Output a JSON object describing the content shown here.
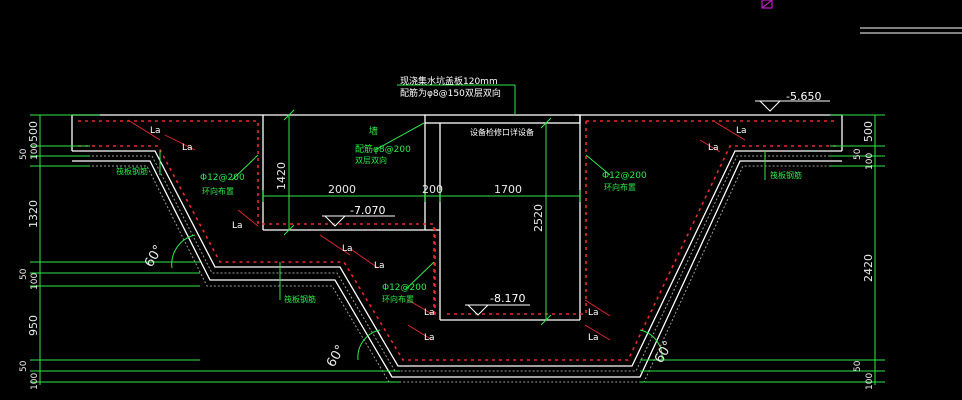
{
  "colors": {
    "background": "#000000",
    "outline": "#ffffff",
    "rebar": "#e8282e",
    "dimension": "#2ee84a",
    "annotation": "#2ee84a",
    "cursor": "#c01bc6"
  },
  "icons": {
    "corner_marker": "cursor-icon"
  },
  "notes": {
    "top_line1": "现浇集水坑盖板120mm",
    "top_line2": "配筋为φ8@150双层双向",
    "cover_label": "设备检修口详设备",
    "wall_title": "墙",
    "wall_rebar": "配筋φ8@200",
    "wall_rebar_dir": "双层双向",
    "left_hoop": "Φ12@200",
    "left_hoop_dir": "环向布置",
    "mid_hoop": "Φ12@200",
    "mid_hoop_dir": "环向布置",
    "right_hoop": "Φ12@200",
    "right_hoop_dir": "环向布置",
    "bottom_bar_left": "筏板钢筋",
    "bottom_bar_right": "筏板钢筋",
    "bottom_bar_mid": "筏板钢筋",
    "la": "La"
  },
  "elevations": {
    "top_right": "-5.650",
    "step": "-7.070",
    "pit_bottom": "-8.170"
  },
  "angles": {
    "left_upper": "60°",
    "left_lower": "60°",
    "right": "60°"
  },
  "dimensions": {
    "h_2000": "2000",
    "h_200": "200",
    "h_1700": "1700",
    "v_1420": "1420",
    "v_2520": "2520",
    "left_chain": [
      "500",
      "100",
      "50",
      "1320",
      "100",
      "50",
      "950",
      "100",
      "50"
    ],
    "right_chain": [
      "500",
      "100",
      "50",
      "2420",
      "100",
      "50"
    ]
  }
}
